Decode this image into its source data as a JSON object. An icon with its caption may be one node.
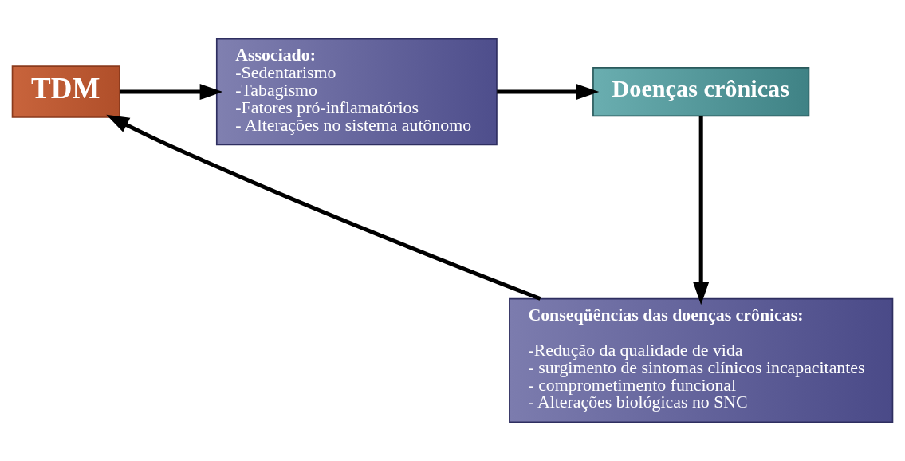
{
  "diagram": {
    "nodes": [
      {
        "text": [
          "TDM"
        ]
      },
      {
        "text": [
          "Associado:",
          "-Sedentarismo",
          "-Tabagismo",
          "-Fatores pró-inflamatórios",
          "- Alterações no sistema autônomo"
        ]
      },
      {
        "text": [
          "Doenças crônicas"
        ]
      },
      {
        "text": [
          "Conseqüências das doenças crônicas:",
          "-Redução da qualidade de vida",
          "- surgimento de sintomas clínicos incapacitantes",
          "- comprometimento funcional",
          "- Alterações biológicas no SNC"
        ]
      }
    ],
    "edges": [
      {
        "from": 0,
        "to": 1,
        "arrow": "to"
      },
      {
        "from": 1,
        "to": 2,
        "arrow": "to"
      },
      {
        "from": 2,
        "to": 3,
        "arrow": "to"
      },
      {
        "from": 3,
        "to": 0,
        "arrow": "to"
      }
    ]
  }
}
